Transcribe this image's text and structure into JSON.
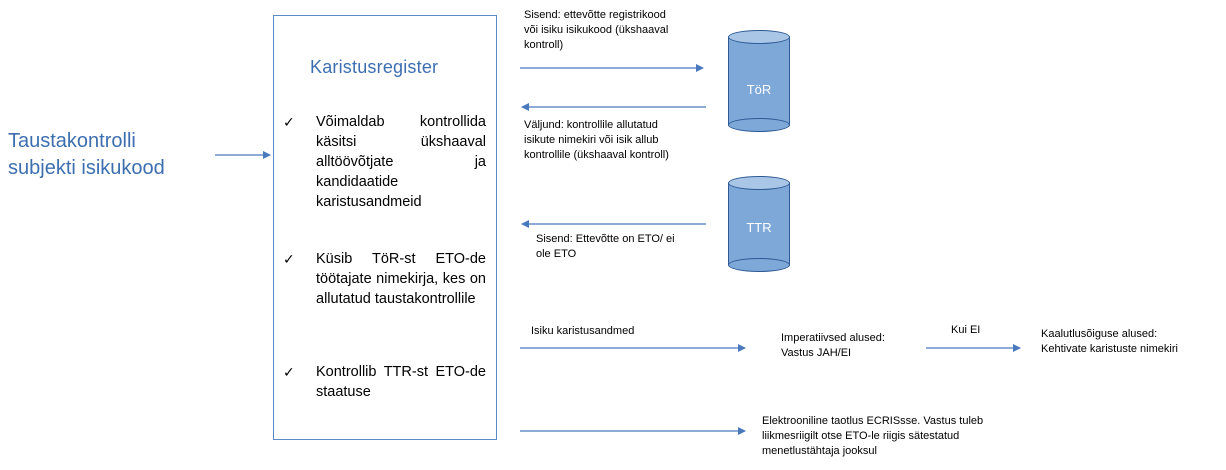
{
  "subject": {
    "line1": "Taustakontrolli",
    "line2": "subjekti isikukood"
  },
  "registry": {
    "title": "Karistusregister",
    "check_symbol": "✓",
    "bullets": [
      "Võimaldab kontrollida käsitsi ükshaaval alltöövõtjate ja kandidaatide karistusandmeid",
      "Küsib TöR-st ETO-de töötajate nimekirja, kes on allutatud taustakontrollile",
      "Kontrollib TTR-st ETO-de staatuse"
    ]
  },
  "databases": {
    "tor": "TöR",
    "ttr": "TTR"
  },
  "flows": {
    "sisend_tor": [
      "Sisend: ettevõtte registrikood",
      "või isiku isikukood (ükshaaval",
      "kontroll)"
    ],
    "valjund_tor": [
      "Väljund: kontrollile allutatud",
      "isikute nimekiri või isik allub",
      "kontrollile (ükshaaval kontroll)"
    ],
    "sisend_ttr": [
      "Sisend: Ettevõtte on ETO/ ei",
      "ole ETO"
    ],
    "isiku_karistusandmed": "Isiku karistusandmed",
    "imperatiivsed": [
      "Imperatiivsed alused:",
      "Vastus JAH/EI"
    ],
    "kui_ei": "Kui EI",
    "kaalutlus": [
      "Kaalutlusõiguse alused:",
      "Kehtivate karistuste nimekiri"
    ],
    "ecris": [
      "Elektrooniline taotlus ECRISsse. Vastus tuleb",
      "liikmesriigilt otse ETO-le riigis sätestatud",
      "menetlustähtaja jooksul"
    ]
  },
  "colors": {
    "accent": "#3d6fb0",
    "arrow": "#4a78bd",
    "cylinder": "#7da8d8",
    "box_border": "#5b8ac8"
  }
}
